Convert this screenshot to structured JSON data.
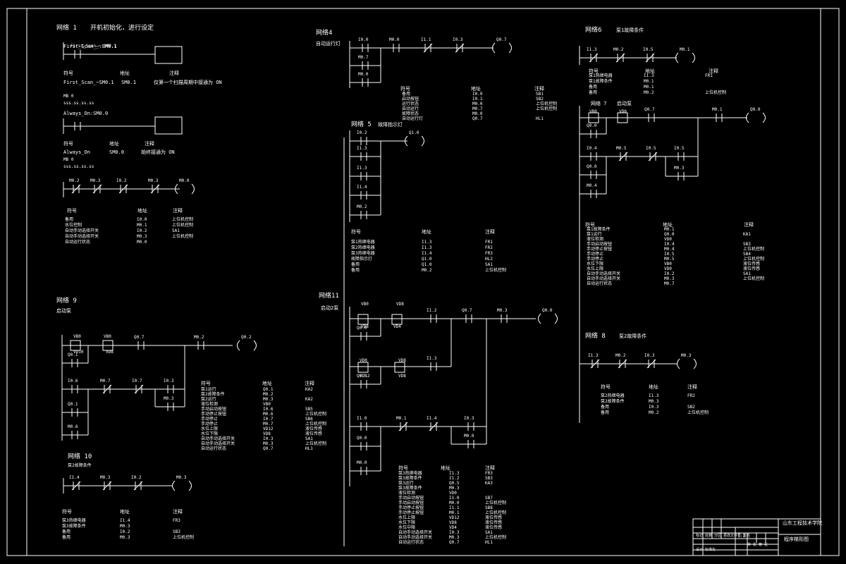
{
  "networks": {
    "n1": {
      "title": "网络 1",
      "comment": "开机初始化，进行设定"
    },
    "n4": {
      "title": "网络4",
      "comment": "自动运行灯"
    },
    "n5": {
      "title": "网络 5",
      "comment": "故障指示灯"
    },
    "n6": {
      "title": "网络6",
      "comment": "泵1故障条件"
    },
    "n7": {
      "title": "网络 7",
      "comment": "启动泵"
    },
    "n8": {
      "title": "网络 8",
      "comment": "泵2故障条件"
    },
    "n9": {
      "title": "网络 9",
      "comment": "启动泵"
    },
    "n10": {
      "title": "网络 10",
      "comment": "泵2故障条件"
    },
    "n11": {
      "title": "网络11",
      "comment": "启动2泵"
    }
  },
  "n1": {
    "contact1": "First_Scan_~:SM0.1",
    "contact2": "Always_On:SM0.0",
    "sym_hdr": "符号",
    "addr_hdr": "地址",
    "cmt_hdr": "注释",
    "sym1_name": "First_Scan_~SM0.1",
    "sym1_addr": "SM0.1",
    "sym1_cmt": "仅第一个扫描周期中接通为 ON",
    "ms1": "MB 0",
    "ms1b": "sss.ss.ss.ss",
    "sym2_name": "Always_On",
    "sym2_addr": "SM0.0",
    "sym2_cmt": "始终接通为 ON",
    "ms2": "MB 0",
    "ms2b": "sss.ss.ss.ss",
    "contacts_row": [
      "M0.2",
      "M0.3",
      "I0.2",
      "M0.3",
      "M0.0"
    ],
    "tbl": [
      [
        "备用",
        "I0.0",
        "上位机控制"
      ],
      [
        "水位控制",
        "M0.1",
        "上位机控制"
      ],
      [
        "自动手动选择开关",
        "I0.2",
        "SA1"
      ],
      [
        "自动手动选择开关",
        "M0.3",
        "上位机控制"
      ],
      [
        "自动运行状态",
        "M0.0",
        ""
      ]
    ]
  },
  "n4": {
    "contacts": [
      "I0.0",
      "M0.0",
      "I1.1",
      "I0.3",
      "Q0.7"
    ],
    "branch": [
      "M0.7",
      "M0.0"
    ],
    "sym_hdr": "符号",
    "addr_hdr": "地址",
    "cmt_hdr": "注释",
    "tbl": [
      [
        "备用",
        "I0.0",
        "SB1"
      ],
      [
        "启动按钮",
        "I0.1",
        "SB2"
      ],
      [
        "运行状态",
        "M0.0",
        "上位机控制"
      ],
      [
        "自动运行",
        "M0.7",
        "上位机控制"
      ],
      [
        "故障状态",
        "M0.0",
        ""
      ],
      [
        "自动运行灯",
        "Q0.7",
        "HL1"
      ]
    ]
  },
  "n5": {
    "contacts": [
      "I0.2",
      "I1.3",
      "I1.3",
      "I1.4",
      "M0.2"
    ],
    "coil": "Q1.0",
    "sym_hdr": "符号",
    "addr_hdr": "地址",
    "cmt_hdr": "注释",
    "tbl": [
      [
        "泵1热继电器",
        "I1.3",
        "FR1"
      ],
      [
        "泵2热继电器",
        "I1.3",
        "FR2"
      ],
      [
        "泵3热继电器",
        "I1.4",
        "FR3"
      ],
      [
        "故障指示灯",
        "Q1.0",
        "HL2"
      ],
      [
        "备用",
        "Q1.0",
        "SA1"
      ],
      [
        "备用",
        "M0.2",
        "上位机控制"
      ]
    ]
  },
  "n6": {
    "contacts": [
      "I1.3",
      "M0.2",
      "I0.5",
      "M0.1"
    ],
    "sym_hdr": "符号",
    "addr_hdr": "地址",
    "cmt_hdr": "注释",
    "tbl": [
      [
        "泵1热继电器",
        "I1.3",
        "FR1"
      ],
      [
        "泵1故障条件",
        "M0.1",
        ""
      ],
      [
        "备用",
        "M0.1",
        ""
      ],
      [
        "备用",
        "M0.2",
        "上位机控制"
      ]
    ]
  },
  "n7": {
    "c1": "VB0",
    "c2": "VD0",
    "c3": "Q0.7",
    "c4": "M0.1",
    "coil": "Q0.0",
    "r2": [
      "I0.4",
      "M0.5",
      "I0.5",
      "I0.5"
    ],
    "r2b": "M0.3",
    "p1": [
      "Q0.0",
      "M0.4"
    ],
    "sym_hdr": "符号",
    "addr_hdr": "地址",
    "cmt_hdr": "注释",
    "tbl": [
      [
        "泵1故障条件",
        "M0.1",
        ""
      ],
      [
        "泵1运行",
        "Q0.0",
        "KA1"
      ],
      [
        "液位检测",
        "VD0",
        ""
      ],
      [
        "手动启动按钮",
        "I0.4",
        "SB3"
      ],
      [
        "手动停止按钮",
        "M0.4",
        "上位机控制"
      ],
      [
        "手动停止",
        "I0.5",
        "SB4"
      ],
      [
        "手动停止",
        "M0.5",
        "上位机控制"
      ],
      [
        "水位下限",
        "VB0",
        "液位传感"
      ],
      [
        "水位上限",
        "VD0",
        "液位传感"
      ],
      [
        "自动手动选择开关",
        "I0.2",
        "SA1"
      ],
      [
        "自动手动选择开关",
        "M0.3",
        "上位机控制"
      ],
      [
        "自动运行状态",
        "M0.7",
        ""
      ]
    ]
  },
  "n8": {
    "contacts": [
      "I1.3",
      "M0.2",
      "I0.3",
      "M0.3"
    ],
    "sym_hdr": "符号",
    "addr_hdr": "地址",
    "cmt_hdr": "注释",
    "tbl": [
      [
        "泵2热继电器",
        "I1.3",
        "FR2"
      ],
      [
        "泵2故障条件",
        "M0.3",
        ""
      ],
      [
        "备用",
        "I0.3",
        "SB2"
      ],
      [
        "备用",
        "M0.2",
        "上位机控制"
      ]
    ]
  },
  "n9": {
    "c1": "VB0",
    "c2": "VB0",
    "c3": "Q0.7",
    "c4": "M0.2",
    "coil": "Q0.2",
    "c1b": "VD10",
    "c2b": "VD8",
    "p1": "Q0.1",
    "r2": [
      "I0.6",
      "M0.7",
      "I0.7",
      "I0.3"
    ],
    "r2b": "M0.3",
    "p2": [
      "Q0.1",
      "M0.6"
    ],
    "sym_hdr": "符号",
    "addr_hdr": "地址",
    "cmt_hdr": "注释",
    "tbl": [
      [
        "泵1运行",
        "Q0.1",
        "KA2"
      ],
      [
        "泵2故障条件",
        "M0.2",
        ""
      ],
      [
        "泵2运行",
        "M0.3",
        "KA2"
      ],
      [
        "液位检测",
        "VB0",
        ""
      ],
      [
        "手动启动按钮",
        "I0.6",
        "SB5"
      ],
      [
        "手动停止按钮",
        "M0.6",
        "上位机控制"
      ],
      [
        "手动停止",
        "I0.7",
        "SB6"
      ],
      [
        "手动停止",
        "M0.7",
        "上位机控制"
      ],
      [
        "水位上限",
        "VD12",
        "液位传感"
      ],
      [
        "水位下限",
        "VD8",
        "液位传感"
      ],
      [
        "自动手动选择开关",
        "I0.3",
        "SA1"
      ],
      [
        "自动手动选择开关",
        "M0.3",
        "上位机控制"
      ],
      [
        "自动运行状态",
        "Q0.7",
        "HL1"
      ]
    ]
  },
  "n10": {
    "contacts": [
      "I1.4",
      "M0.3",
      "I0.2",
      "M0.3"
    ],
    "sym_hdr": "符号",
    "addr_hdr": "地址",
    "cmt_hdr": "注释",
    "tbl": [
      [
        "泵3热继电器",
        "I1.4",
        "FR3"
      ],
      [
        "泵3故障条件",
        "M0.3",
        ""
      ],
      [
        "备用",
        "I0.2",
        "SB3"
      ],
      [
        "备用",
        "M0.3",
        "上位机控制"
      ]
    ]
  },
  "n11": {
    "c1": "VB0",
    "c2": "VD8",
    "c3": "I1.2",
    "c4": "Q0.7",
    "c5": "M0.3",
    "coil": "Q0.0",
    "c1b": "VD8",
    "c2b": "VD4",
    "p1": "Q0.0",
    "r2": [
      "VD0",
      "VD8",
      "I1.3"
    ],
    "r2b": [
      "VD12",
      "VD8"
    ],
    "p2": "Q0.5",
    "r3": [
      "I1.0",
      "M0.1",
      "I1.4",
      "I0.3"
    ],
    "r3b": "M0.0",
    "p3": [
      "Q0.0",
      "M0.0"
    ],
    "sym_hdr": "符号",
    "addr_hdr": "地址",
    "cmt_hdr": "注释",
    "tbl": [
      [
        "泵3热继电器",
        "I1.3",
        "FR3"
      ],
      [
        "泵3故障条件",
        "I1.2",
        "SB3"
      ],
      [
        "泵3运行",
        "Q0.5",
        "KA3"
      ],
      [
        "泵3故障条件",
        "M0.3",
        ""
      ],
      [
        "液位检测",
        "VD0",
        ""
      ],
      [
        "手动启动按钮",
        "I1.0",
        "SB7"
      ],
      [
        "手动启动按钮",
        "M0.0",
        "上位机控制"
      ],
      [
        "手动停止按钮",
        "I1.1",
        "SB8"
      ],
      [
        "手动停止按钮",
        "M0.1",
        "上位机控制"
      ],
      [
        "水位上限",
        "VD12",
        "液位传感"
      ],
      [
        "水位下限",
        "VD8",
        "液位传感"
      ],
      [
        "水位中限",
        "VD4",
        "液位传感"
      ],
      [
        "自动手动选择开关",
        "I0.3",
        "SA1"
      ],
      [
        "自动手动选择开关",
        "M0.3",
        "上位机控制"
      ],
      [
        "自动运行状态",
        "Q0.7",
        "HL1"
      ]
    ]
  },
  "titleblock": {
    "org": "山东工程技术学院",
    "drawing": "程序梯形图",
    "row1": "标记 处数 分区 更改文件号 签名",
    "row2": "设计 标准化",
    "scale": "1:1",
    "sheet": "共 张 第 张"
  }
}
